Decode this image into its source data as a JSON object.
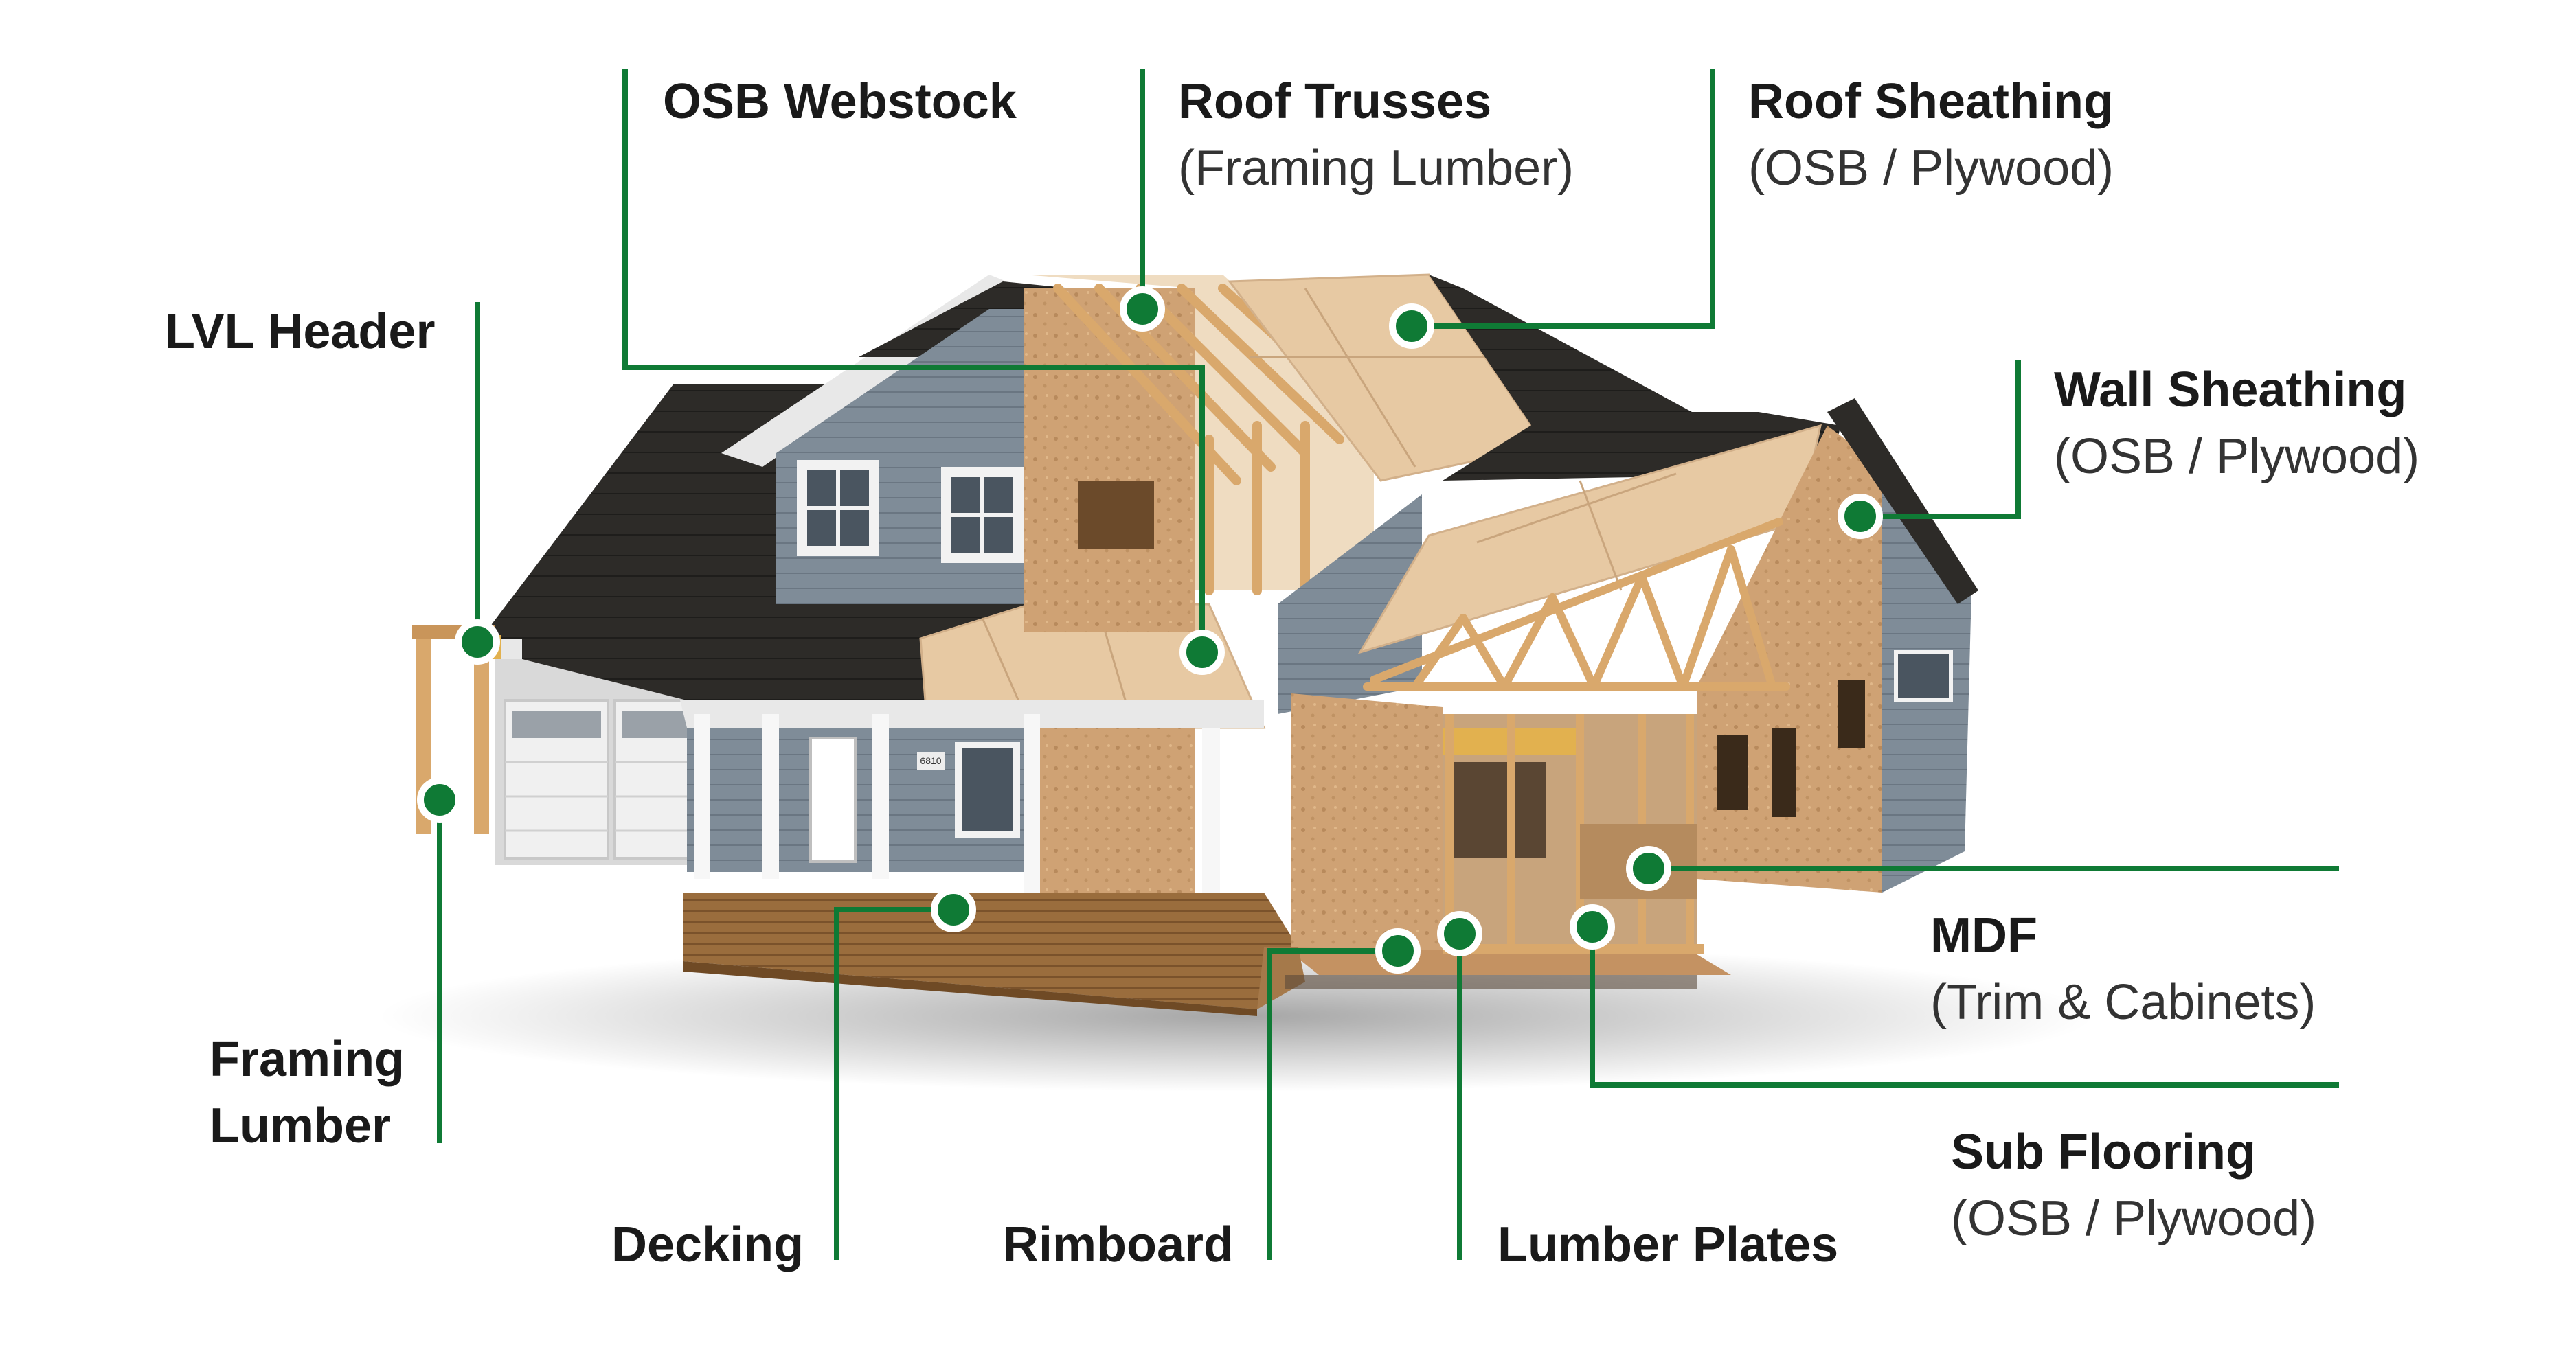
{
  "colors": {
    "leader": "#0f7a35",
    "text": "#1a1a1a",
    "roof": "#2d2b28",
    "siding": "#7f8c98",
    "osb": "#cfa274",
    "lumber": "#d9a86c",
    "deck": "#9a6d3d",
    "trim": "#f2f2f2"
  },
  "labels": {
    "osb_webstock": {
      "title": "OSB Webstock"
    },
    "roof_trusses": {
      "title": "Roof Trusses",
      "sub": "(Framing Lumber)"
    },
    "roof_sheathing": {
      "title": "Roof Sheathing",
      "sub": "(OSB / Plywood)"
    },
    "lvl_header": {
      "title": "LVL Header"
    },
    "wall_sheathing": {
      "title": "Wall Sheathing",
      "sub": "(OSB / Plywood)"
    },
    "framing_lumber": {
      "line1": "Framing",
      "line2": "Lumber"
    },
    "mdf": {
      "title": "MDF",
      "sub": "(Trim & Cabinets)"
    },
    "sub_flooring": {
      "title": "Sub Flooring",
      "sub": "(OSB / Plywood)"
    },
    "decking": {
      "title": "Decking"
    },
    "rimboard": {
      "title": "Rimboard"
    },
    "lumber_plates": {
      "title": "Lumber Plates"
    }
  },
  "house": {
    "address_number": "6810"
  }
}
